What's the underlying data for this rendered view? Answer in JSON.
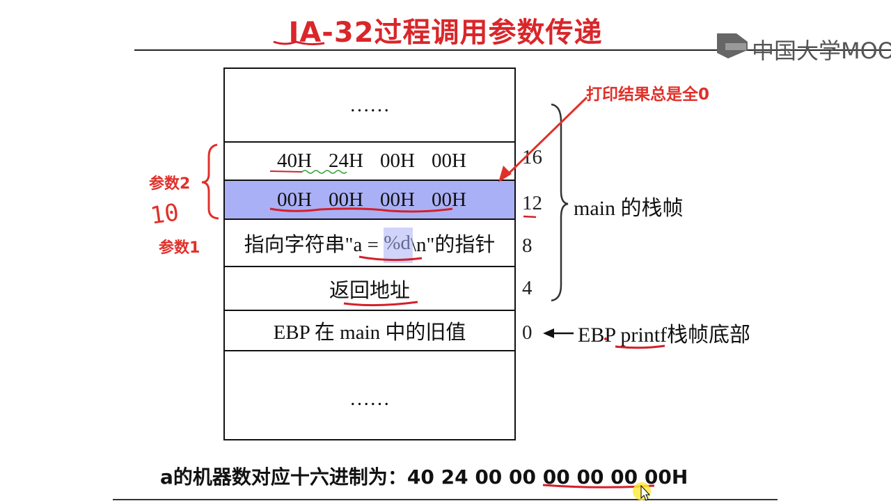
{
  "slide": {
    "title": "IA-32过程调用参数传递",
    "logo_text": "中国大学MOOC"
  },
  "stack": {
    "cells": [
      {
        "text": "……"
      },
      {
        "bytes": [
          "40H",
          "24H",
          "00H",
          "00H"
        ]
      },
      {
        "bytes": [
          "00H",
          "00H",
          "00H",
          "00H"
        ]
      },
      {
        "text_pre": "指向字符串\"a = ",
        "text_hl": "%d",
        "text_post": "\\n\"的指针"
      },
      {
        "text": "返回地址"
      },
      {
        "text": "EBP 在 main 中的旧值"
      },
      {
        "text": "……"
      }
    ],
    "offsets": [
      "16",
      "12",
      "8",
      "4",
      "0"
    ]
  },
  "annotations": {
    "param2": "参数2",
    "param1": "参数1",
    "handwritten_10": "10",
    "print_result": "打印结果总是全0",
    "main_frame": "main 的栈帧",
    "ebp_arrow_label": "EBP",
    "ebp_note_rest": "栈帧底部",
    "ebp_printf": "printf"
  },
  "bottom_text": "a的机器数对应十六进制为：40 24 00 00 00 00 00 00H",
  "colors": {
    "red": "#e0302a",
    "highlight": "#aab0f5",
    "pen_red": "#d3202a",
    "pen_green": "#2ca02c"
  }
}
